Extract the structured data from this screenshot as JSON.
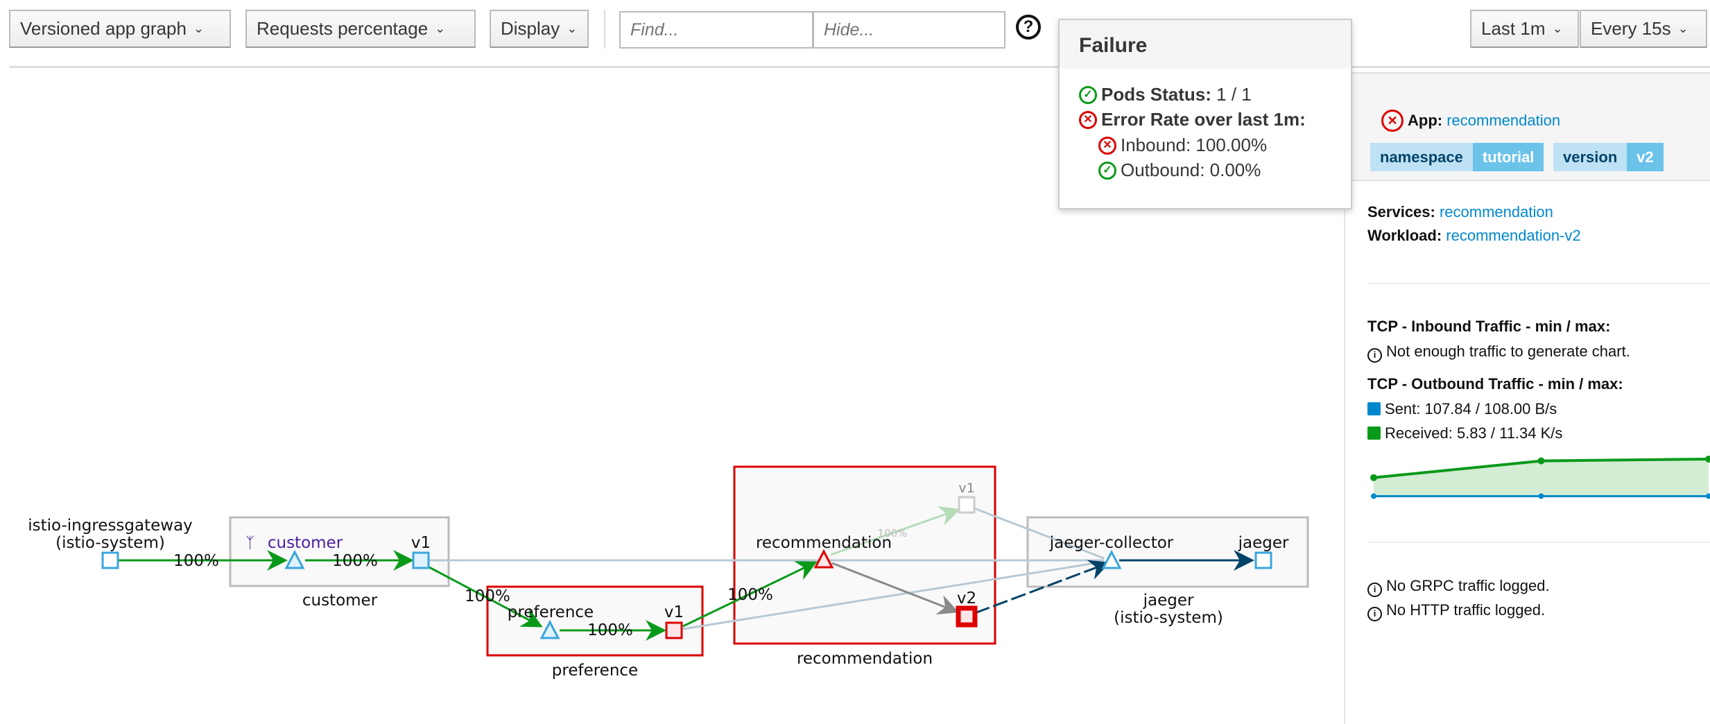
{
  "toolbar": {
    "graph_type": "Versioned app graph",
    "edge_labels": "Requests percentage",
    "display": "Display",
    "find_placeholder": "Find...",
    "hide_placeholder": "Hide...",
    "help": "?",
    "duration": "Last 1m",
    "refresh": "Every 15s"
  },
  "tooltip": {
    "title": "Failure",
    "pods_label": "Pods Status:",
    "pods_value": "1 / 1",
    "error_label": "Error Rate over last 1m:",
    "inbound": "Inbound: 100.00%",
    "outbound": "Outbound: 0.00%"
  },
  "panel": {
    "app_label": "App:",
    "app_value": "recommendation",
    "badges": [
      {
        "key": "namespace",
        "value": "tutorial"
      },
      {
        "key": "version",
        "value": "v2"
      }
    ],
    "services_label": "Services:",
    "services_value": "recommendation",
    "workload_label": "Workload:",
    "workload_value": "recommendation-v2",
    "tcp_in_title": "TCP - Inbound Traffic - min / max:",
    "tcp_in_msg": "Not enough traffic to generate chart.",
    "tcp_out_title": "TCP - Outbound Traffic - min / max:",
    "sent": "Sent: 107.84 / 108.00 B/s",
    "received": "Received: 5.83 / 11.34 K/s",
    "sparkline": {
      "received_kbs": [
        5.83,
        10.8,
        11.34
      ],
      "sent_kbs": [
        0.108,
        0.108,
        0.108
      ]
    },
    "colors": {
      "sent": "#0088ce",
      "received": "#0a9a1a"
    },
    "grpc_msg": "No GRPC traffic logged.",
    "http_msg": "No HTTP traffic logged."
  },
  "graph": {
    "gateway": {
      "name": "istio-ingressgateway",
      "ns": "(istio-system)"
    },
    "customer": {
      "box": "customer",
      "service": "customer",
      "version": "v1"
    },
    "preference": {
      "box": "preference",
      "service": "preference",
      "version": "v1"
    },
    "recommendation": {
      "box": "recommendation",
      "service": "recommendation",
      "v1": "v1",
      "v2": "v2"
    },
    "jaeger": {
      "box": "jaeger",
      "ns": "(istio-system)",
      "collector": "jaeger-collector",
      "service": "jaeger"
    },
    "edge_labels": {
      "gw_customer": "100%",
      "customer_v1": "100%",
      "customer_pref": "100%",
      "pref_v1": "100%",
      "pref_rec": "100%",
      "rec_v1": "100%"
    }
  }
}
